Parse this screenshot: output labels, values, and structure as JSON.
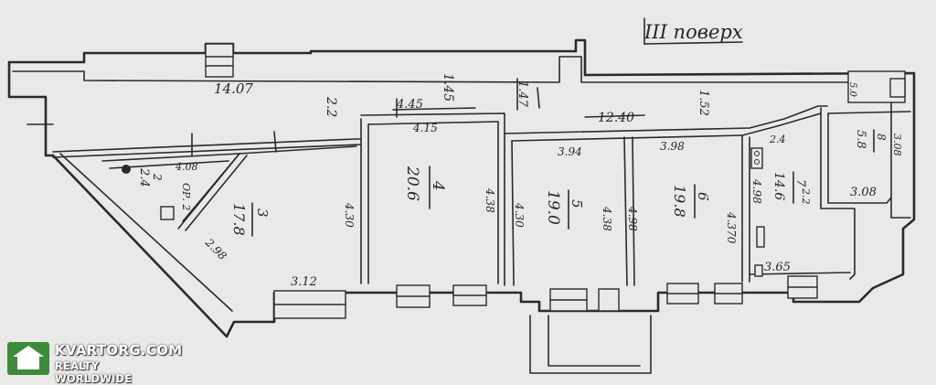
{
  "floor_label": "III поверх",
  "dimensions": {
    "corridor_length": "14.07",
    "corridor_width": "2.2",
    "height_a": "1.45",
    "height_b": "4.45",
    "height_c": "4.15",
    "height_d": "1.47",
    "corridor_width_b": "1.52",
    "total_length": "12.40",
    "small_room_a": "4.08",
    "diagonal_a": "2.98",
    "bottom_a": "3.12",
    "room1_height": "4.30",
    "room2_left": "4.38",
    "room3_top": "3.94",
    "room3_left": "4.30",
    "room3_right": "4.38",
    "room4_top": "3.98",
    "room4_left": "4.98",
    "room4_right": "4.370",
    "room5_left": "4.98",
    "room5_right": "2.2",
    "room5_bottom": "3.65",
    "room6_bottom": "3.08",
    "room6_right": "3.08",
    "tiny_a": "2.4",
    "tiny_b": "5.0"
  },
  "rooms": [
    {
      "id": "kl",
      "number": "2",
      "area": "2.4"
    },
    {
      "id": "op",
      "number": "",
      "area": "ОР. 2"
    },
    {
      "id": "r3",
      "number": "3",
      "area": "17.8"
    },
    {
      "id": "r4",
      "number": "4",
      "area": "20.6"
    },
    {
      "id": "r5",
      "number": "5",
      "area": "19.0"
    },
    {
      "id": "r6",
      "number": "6",
      "area": "19.8"
    },
    {
      "id": "r7",
      "number": "7",
      "area": "14.6"
    },
    {
      "id": "r8",
      "number": "8",
      "area": "5.8"
    }
  ],
  "watermark": {
    "title": "KVARTORG.COM",
    "subtitle": "REALTY WORLDWIDE"
  }
}
